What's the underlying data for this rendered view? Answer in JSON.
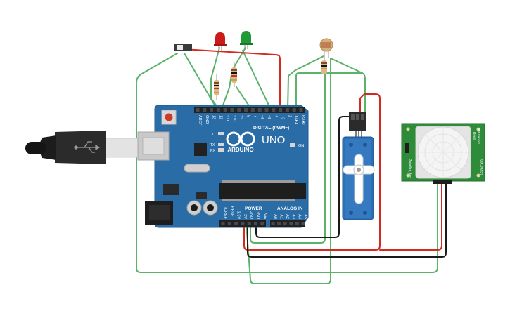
{
  "board": {
    "logo_text": "ARDUINO",
    "model": "UNO",
    "digital_label": "DIGITAL (PWM~)",
    "power_label": "POWER",
    "analog_label": "ANALOG IN",
    "on_label": "ON",
    "l_label": "L",
    "tx_label": "TX",
    "rx_label": "RX",
    "digital_pins": [
      "AREF",
      "GND",
      "13",
      "12",
      "~11",
      "~10",
      "~9",
      "8",
      "7",
      "~6",
      "~5",
      "4",
      "~3",
      "2",
      "TX▸1",
      "RX◂0"
    ],
    "power_pins": [
      "IOREF",
      "RESET",
      "3.3V",
      "5V",
      "GND",
      "GND",
      "Vin"
    ],
    "analog_pins": [
      "A0",
      "A1",
      "A2",
      "A3",
      "A4",
      "A5"
    ]
  },
  "pir": {
    "title": "PIR Sensor",
    "rev": "Rev B",
    "side_text": "Parallax, Inc.",
    "part_number": "555-28027"
  },
  "colors": {
    "board": "#2a6da6",
    "board_dark": "#1f5a8c",
    "pcb_green": "#2e8b3a",
    "wire_red": "#d42a20",
    "wire_black": "#1a1a1a",
    "wire_green": "#5bb36a",
    "servo": "#2c6fb5",
    "led_red": "#cc1b1b",
    "led_green": "#1f9a35"
  },
  "icons": {
    "usb": "usb-icon",
    "arduino_logo": "arduino-infinity-icon"
  }
}
